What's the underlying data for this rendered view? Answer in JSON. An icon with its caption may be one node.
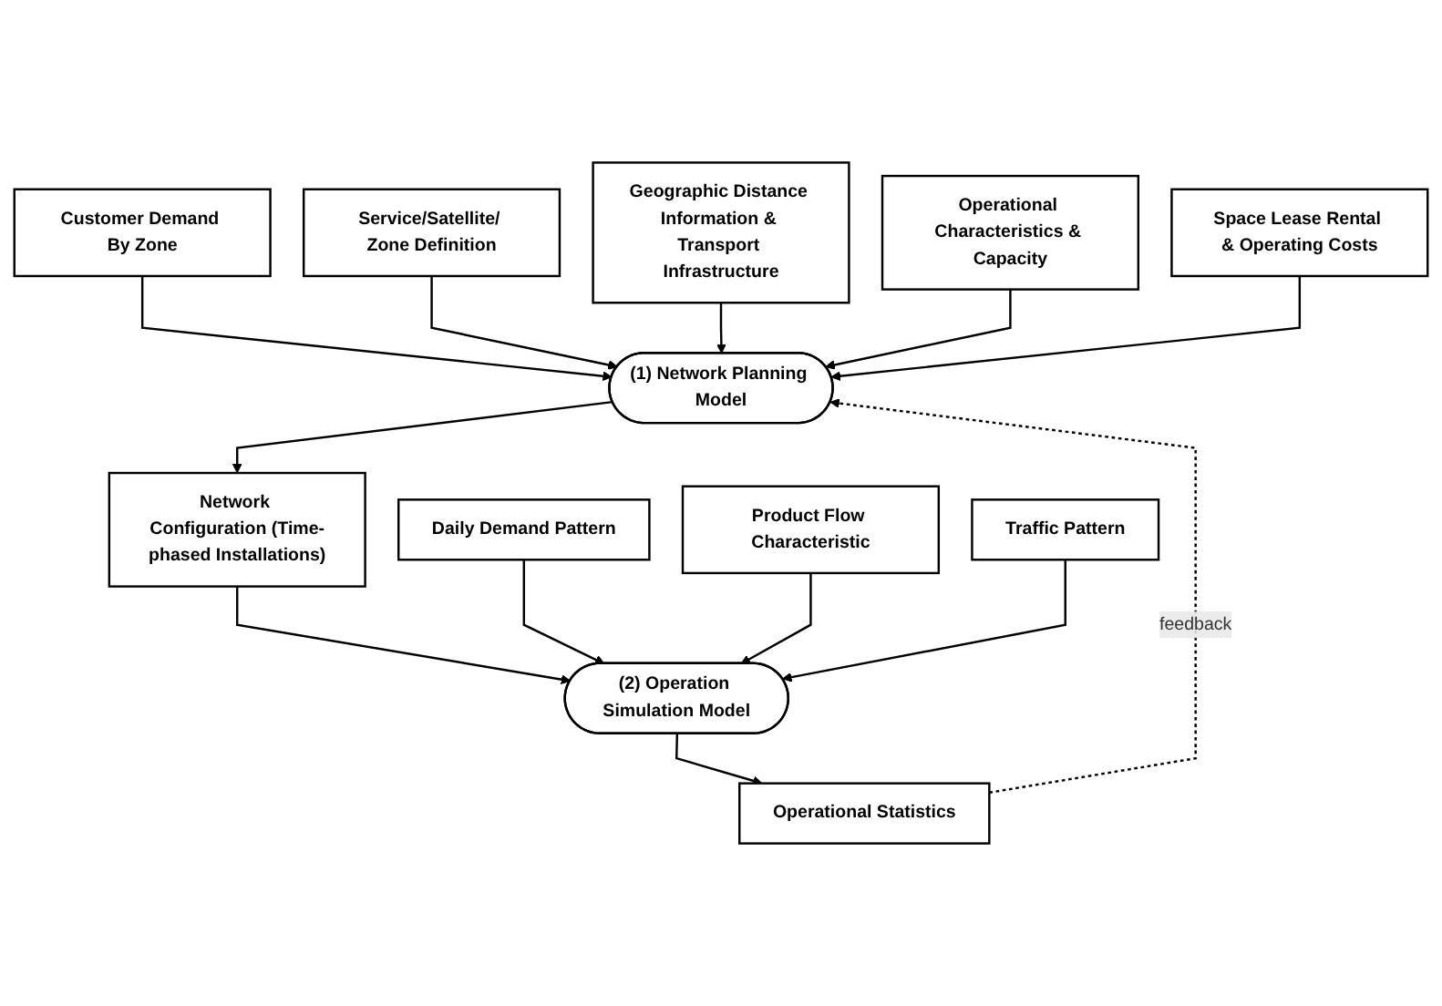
{
  "diagram": {
    "nodes": [
      {
        "text": [
          "Customer Demand By Zone"
        ]
      },
      {
        "text": [
          "Service/Satellite/ Zone Definition"
        ]
      },
      {
        "text": [
          "Geographic Distance Information & Transport Infrastructure"
        ]
      },
      {
        "text": [
          "(1) Network Planning Model"
        ]
      },
      {
        "text": [
          "Operational Characteristics & Capacity"
        ]
      },
      {
        "text": [
          "Space Lease Rental & Operating Costs"
        ]
      },
      {
        "text": [
          "Network Configuration (Time-phased Installations)"
        ]
      },
      {
        "text": [
          "Daily Demand Pattern"
        ]
      },
      {
        "text": [
          "(2) Operation Simulation Model"
        ]
      },
      {
        "text": [
          "Traffic Pattern"
        ]
      },
      {
        "text": [
          "Product Flow Characteristic"
        ]
      },
      {
        "text": [
          "Operational Statistics"
        ]
      }
    ],
    "edges": [
      {
        "from": 0,
        "to": 3,
        "arrow": "to"
      },
      {
        "from": 1,
        "to": 3,
        "arrow": "to"
      },
      {
        "from": 2,
        "to": 3,
        "arrow": "to"
      },
      {
        "from": 4,
        "to": 3,
        "arrow": "to"
      },
      {
        "from": 5,
        "to": 3,
        "arrow": "to"
      },
      {
        "from": 3,
        "to": 6,
        "arrow": "to"
      },
      {
        "from": 6,
        "to": 8,
        "arrow": "to"
      },
      {
        "from": 7,
        "to": 8,
        "arrow": "to"
      },
      {
        "from": 10,
        "to": 8,
        "arrow": "to"
      },
      {
        "from": 9,
        "to": 8,
        "arrow": "to"
      },
      {
        "from": 8,
        "to": 11,
        "arrow": "to"
      },
      {
        "from": 11,
        "to": 3,
        "arrow": "to",
        "label": "feedback",
        "style": "dashed"
      }
    ]
  }
}
